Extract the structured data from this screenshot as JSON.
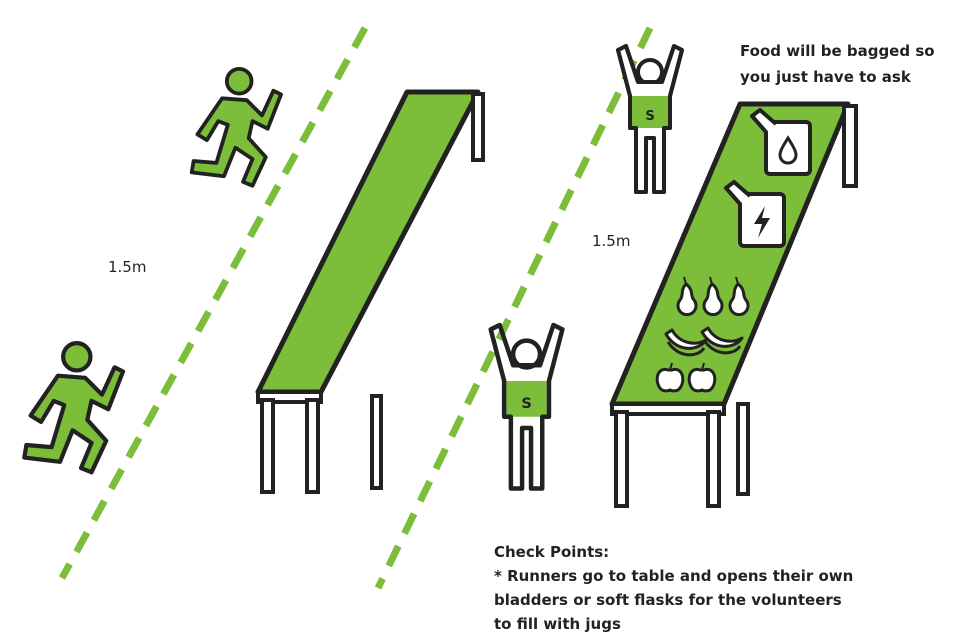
{
  "labels": {
    "distance_left": "1.5m",
    "distance_right": "1.5m",
    "food_note_line1": "Food will be bagged so",
    "food_note_line2": "you just have to ask",
    "checkpoints_title": "Check Points:",
    "checkpoints_line1": "* Runners go to table and opens their own",
    "checkpoints_line2": "bladders or soft flasks for the volunteers",
    "checkpoints_line3": "to fill with jugs"
  },
  "figures": {
    "volunteer_shirt_letter_top": "S",
    "volunteer_shirt_letter_bottom": "S"
  },
  "colors": {
    "green": "#7cbd3a",
    "outline": "#222222",
    "white": "#ffffff"
  },
  "icons": [
    "runner-icon",
    "volunteer-icon",
    "water-jerrycan-icon",
    "energy-jerrycan-icon",
    "pear-icon",
    "banana-icon",
    "apple-icon"
  ]
}
